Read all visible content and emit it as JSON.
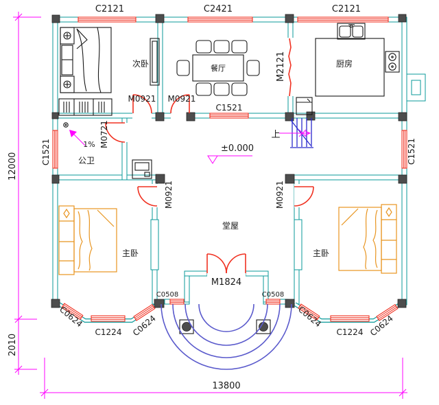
{
  "rooms": {
    "bedroom2": "次卧",
    "dining": "餐厅",
    "kitchen": "厨房",
    "bathroom": "公卫",
    "hall": "堂屋",
    "master_left": "主卧",
    "master_right": "主卧"
  },
  "windows": {
    "top_left": "C2121",
    "top_center": "C2421",
    "top_right": "C2121",
    "left_wall": "C1521",
    "right_wall": "C1521",
    "hall_interior": "C1521",
    "porch_left": "C0508",
    "porch_right": "C0508",
    "bay_left_front": "C1224",
    "bay_right_front": "C1224",
    "bay_left_outer": "C0624",
    "bay_left_inner": "C0624",
    "bay_right_inner": "C0624",
    "bay_right_outer": "C0624"
  },
  "doors": {
    "bedroom2": "M0921",
    "dining": "M0921",
    "bathroom": "M0721",
    "kitchen_sliding": "M2121",
    "master_left": "M0921",
    "master_right": "M0921",
    "entrance": "M1824"
  },
  "annotations": {
    "elevation": "±0.000",
    "up": "上",
    "slope": "1%"
  },
  "dimensions": {
    "height_total": "12000",
    "porch_depth": "2010",
    "width_total": "13800"
  },
  "colors": {
    "wall": "#0a9a9a",
    "opening": "#f03020",
    "dimension": "#ff00ff",
    "stairs": "#2929cc",
    "steps": "#5a5acc",
    "furniture": "#161616",
    "bed": "#e8941f",
    "column": "#4d4d4d"
  }
}
